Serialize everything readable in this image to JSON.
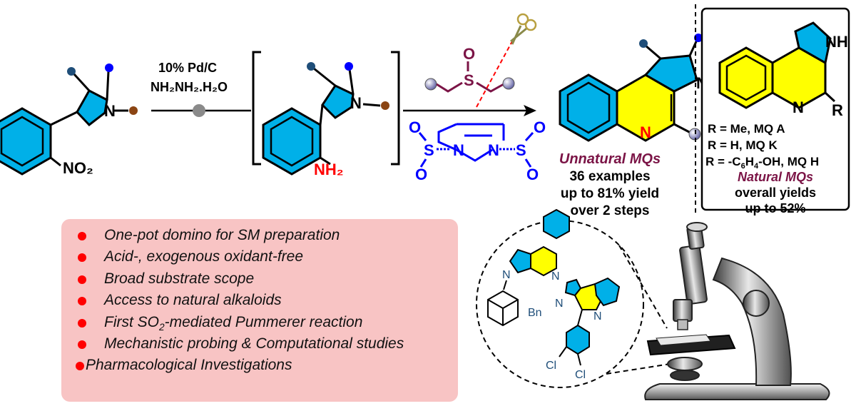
{
  "reagents": {
    "catalyst": "10% Pd/C",
    "reductant": "NH₂NH₂.H₂O"
  },
  "starting_material": {
    "nitro_label": "NO₂"
  },
  "intermediate": {
    "amine_label": "NH₂"
  },
  "pummerer_reagent": {
    "sulfoxide_o": "O",
    "sulfoxide_s": "S",
    "dabso_o": "O",
    "dabso_s": "S",
    "dabso_n": "N"
  },
  "product": {
    "ring_n": "N",
    "pyrrole_n": "N",
    "title": "Unnatural MQs",
    "examples": "36 examples",
    "yield": "up to 81% yield",
    "steps": "over 2 steps"
  },
  "natural_box": {
    "nh_label": "NH",
    "ring_n": "N",
    "r_label": "R",
    "lines": [
      "R = Me, MQ A",
      "R = H, MQ K"
    ],
    "line3_prefix": "R = -C",
    "line3_sub1": "6",
    "line3_mid": "H",
    "line3_sub2": "4",
    "line3_suffix": "-OH, MQ H",
    "title": "Natural MQs",
    "yields_1": "overall yields",
    "yields_2": "up to 52%"
  },
  "highlights": {
    "items": [
      "One-pot domino for SM preparation",
      "Acid-, exogenous oxidant-free",
      "Broad substrate scope",
      "Access to natural alkaloids"
    ],
    "item5_prefix": "First SO",
    "item5_sub": "2",
    "item5_suffix": "-mediated Pummerer reaction",
    "item6": "Mechanistic probing & Computational studies",
    "item7": "Pharmacological Investigations"
  },
  "zoom": {
    "n1": "N",
    "n2": "N",
    "n3": "N",
    "n4": "N",
    "bn_label": "Bn",
    "cl1": "Cl",
    "cl2": "Cl"
  },
  "colors": {
    "cyan": "#00b0e8",
    "yellow": "#ffff00",
    "navy": "#1f4e79",
    "blue": "#0000ff",
    "brown": "#8b4513",
    "maroon": "#7b1446",
    "red": "#ff0000",
    "pink": "#f8c4c4"
  }
}
